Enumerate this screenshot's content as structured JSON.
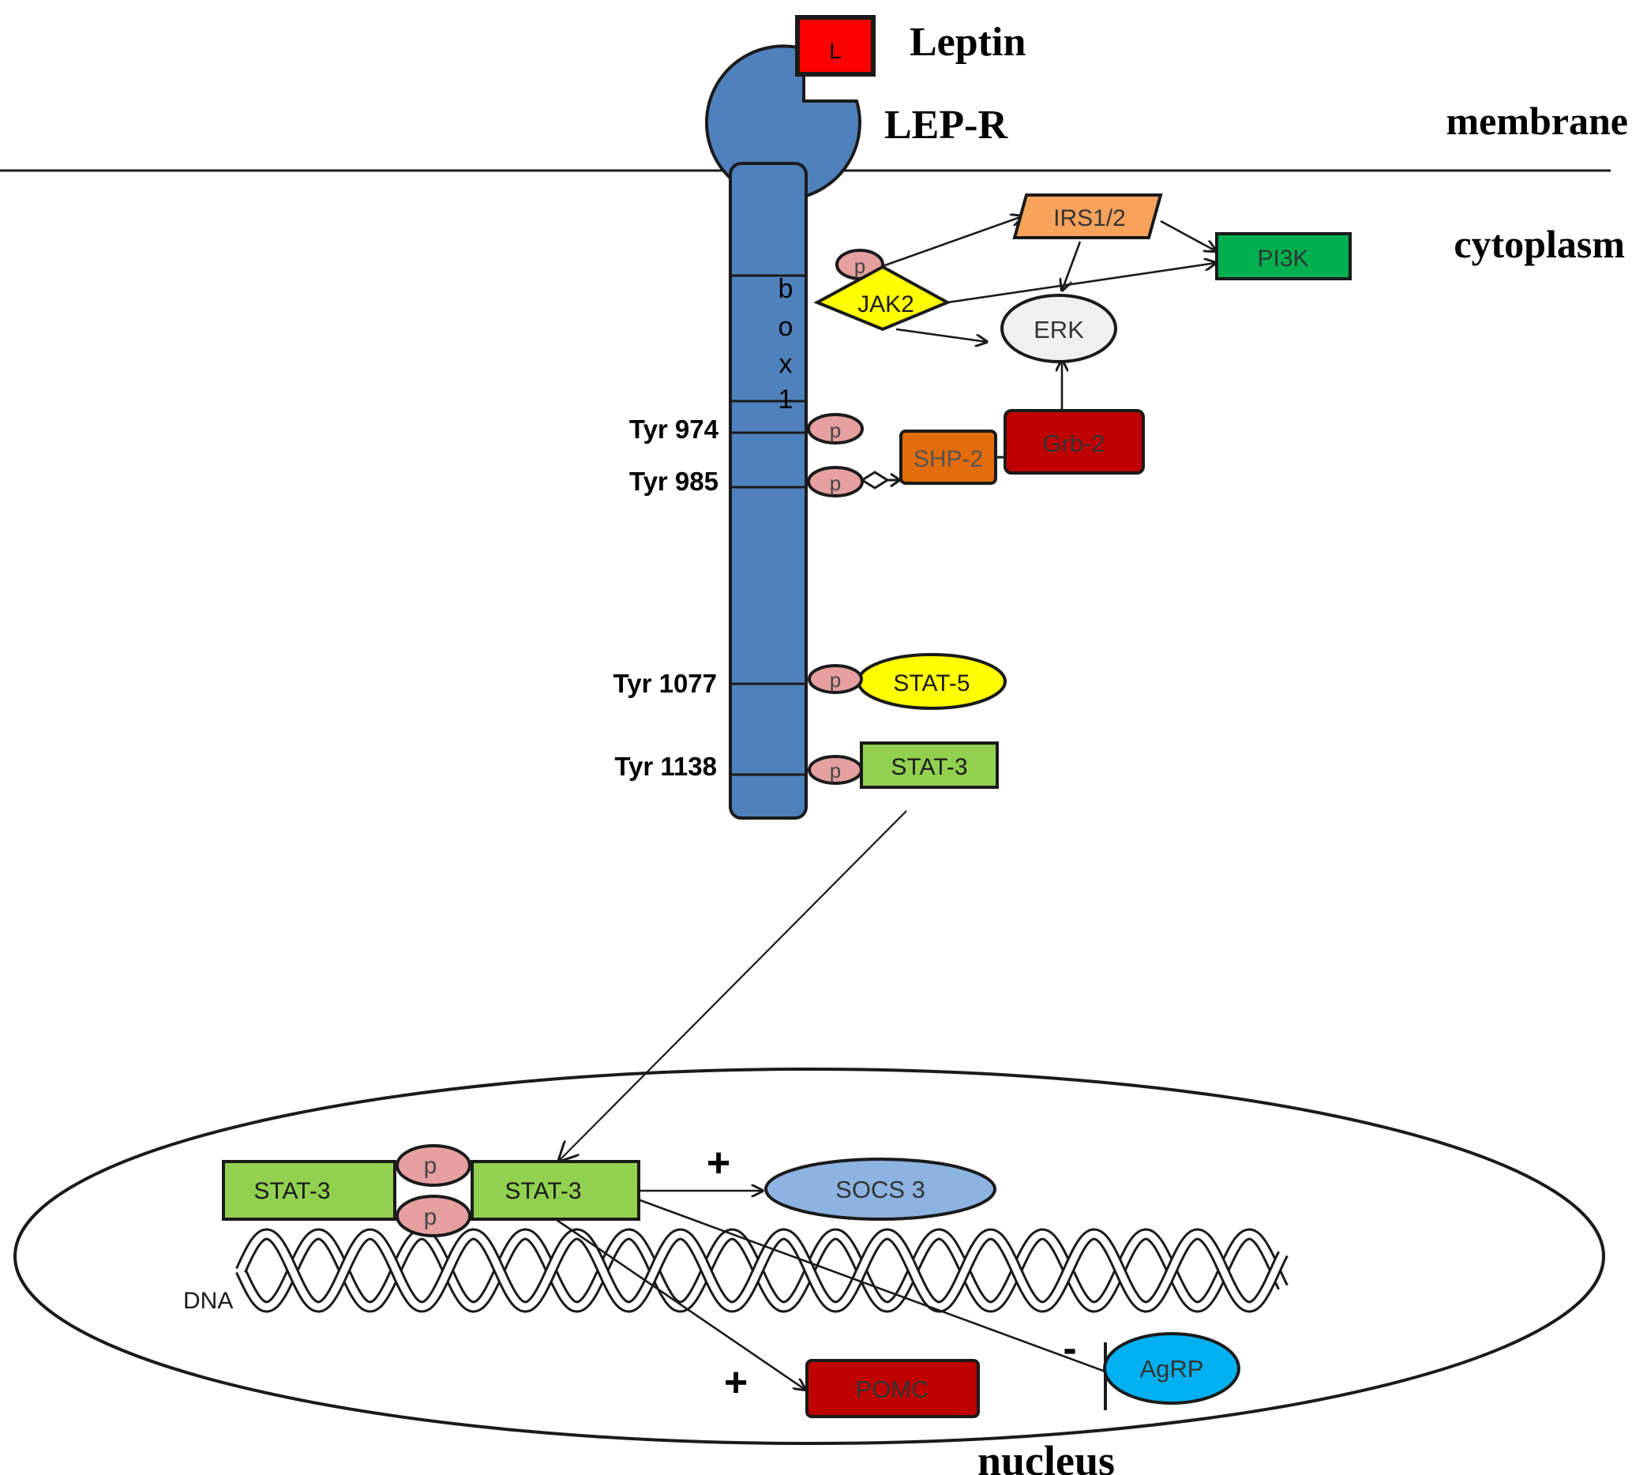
{
  "regions": {
    "membrane": "membrane",
    "cytoplasm": "cytoplasm",
    "nucleus": "nucleus"
  },
  "ligand": {
    "label": "Leptin",
    "symbol": "L"
  },
  "receptor": {
    "label": "LEP-R",
    "box_letters": [
      "b",
      "o",
      "x",
      "1"
    ]
  },
  "tyrosines": [
    {
      "label": "Tyr 974"
    },
    {
      "label": "Tyr 985"
    },
    {
      "label": "Tyr 1077"
    },
    {
      "label": "Tyr 1138"
    }
  ],
  "phospho": "p",
  "proteins": {
    "jak2": "JAK2",
    "irs": "IRS1/2",
    "pi3k": "PI3K",
    "erk": "ERK",
    "grb2": "Grb-2",
    "shp2": "SHP-2",
    "stat5": "STAT-5",
    "stat3": "STAT-3"
  },
  "nuclear": {
    "stat3_left": "STAT-3",
    "stat3_right": "STAT-3",
    "socs3": "SOCS 3",
    "pomc": "POMC",
    "agrp": "AgRP",
    "dna": "DNA",
    "plus_socs": "+",
    "plus_pomc": "+",
    "minus_agrp": "-"
  },
  "colors": {
    "receptor": "#4f81bd",
    "ligand": "#ff0000",
    "phospho": "#e6a0a0",
    "jak2": "#ffff00",
    "irs": "#f7a35c",
    "pi3k": "#00b050",
    "grb2": "#c00000",
    "shp2": "#e46c0a",
    "stat5": "#ffff00",
    "stat3": "#92d050",
    "socs3": "#8db3e2",
    "pomc": "#c00000",
    "agrp": "#00b0f0"
  }
}
